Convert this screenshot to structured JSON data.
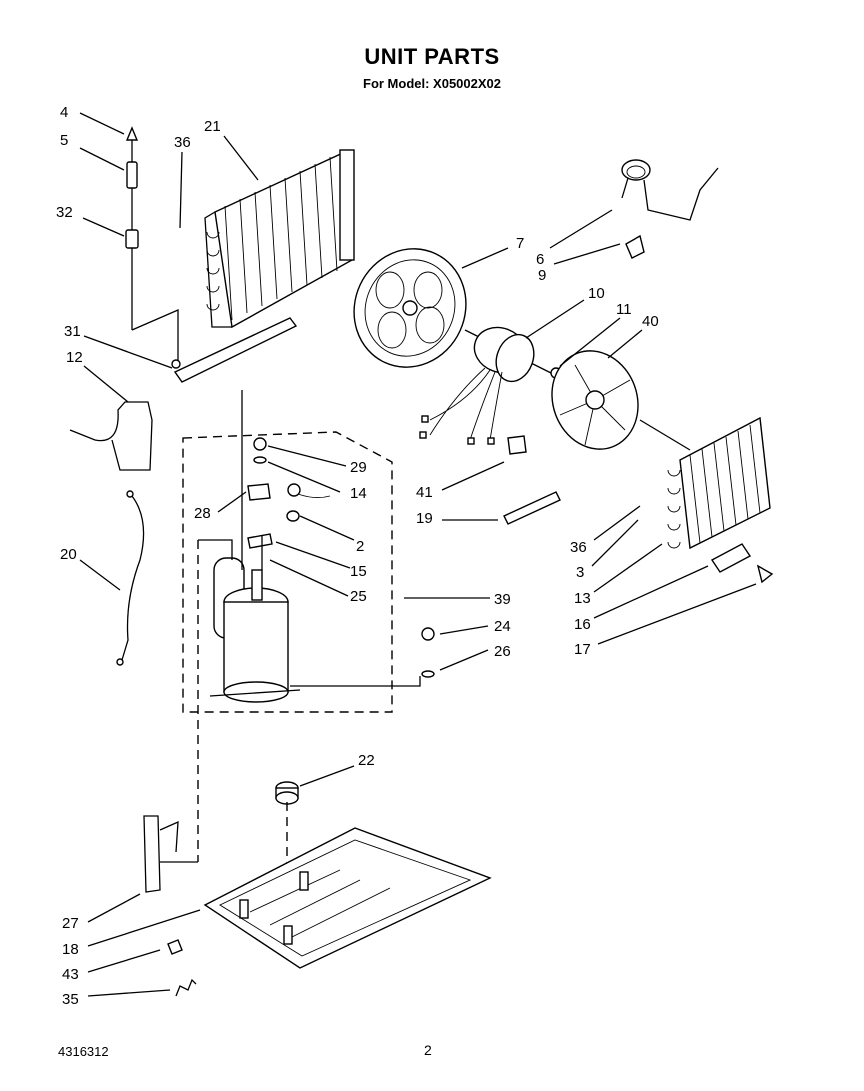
{
  "header": {
    "title": "UNIT PARTS",
    "subtitle": "For Model: X05002X02"
  },
  "footer": {
    "doc_number": "4316312",
    "page_number": "2"
  },
  "callouts": [
    "4",
    "5",
    "32",
    "36",
    "21",
    "7",
    "6",
    "9",
    "10",
    "11",
    "40",
    "31",
    "12",
    "29",
    "14",
    "28",
    "2",
    "15",
    "25",
    "39",
    "41",
    "19",
    "36",
    "3",
    "13",
    "16",
    "17",
    "20",
    "24",
    "26",
    "22",
    "27",
    "18",
    "43",
    "35"
  ]
}
